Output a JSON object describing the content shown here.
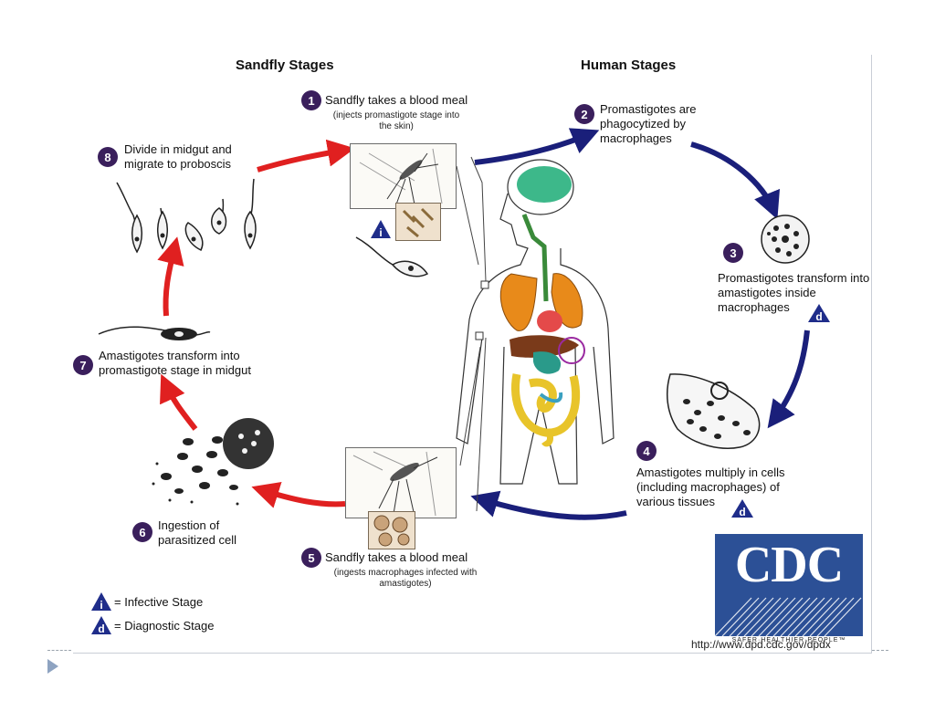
{
  "headers": {
    "sandfly": "Sandfly Stages",
    "human": "Human Stages"
  },
  "steps": [
    {
      "num": "1",
      "label": "Sandfly takes a blood meal",
      "sub": "(injects promastigote stage into the skin)"
    },
    {
      "num": "2",
      "label": "Promastigotes are phagocytized by macrophages"
    },
    {
      "num": "3",
      "label": "Promastigotes transform into amastigotes inside macrophages"
    },
    {
      "num": "4",
      "label": "Amastigotes multiply in cells (including macrophages) of various tissues"
    },
    {
      "num": "5",
      "label": "Sandfly takes a blood meal",
      "sub": "(ingests macrophages infected with amastigotes)"
    },
    {
      "num": "6",
      "label": "Ingestion of parasitized cell"
    },
    {
      "num": "7",
      "label": "Amastigotes transform into promastigote stage in midgut"
    },
    {
      "num": "8",
      "label": "Divide in midgut and migrate to proboscis"
    }
  ],
  "badges": {
    "infective": "i",
    "diagnostic": "d"
  },
  "legend": {
    "infective": "= Infective Stage",
    "diagnostic": "= Diagnostic Stage"
  },
  "logo": {
    "text": "CDC",
    "tagline": "SAFER·HEALTHIER·PEOPLE™"
  },
  "url": "http://www.dpd.cdc.gov/dpdx",
  "colors": {
    "human_arrow": "#1a1f7a",
    "sandfly_arrow": "#e02020",
    "badge": "#1f2d8a",
    "logo_bg": "#2c5096"
  }
}
